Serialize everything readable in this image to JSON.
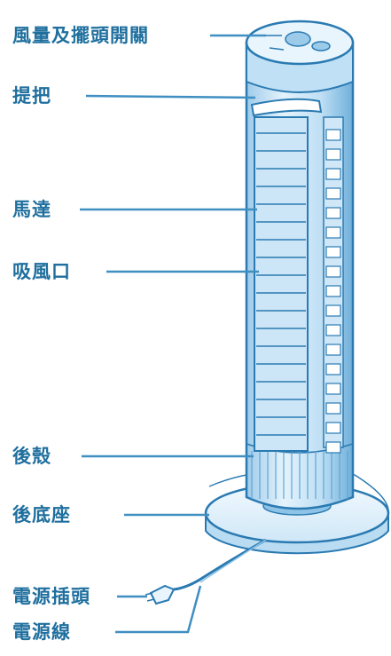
{
  "labels": {
    "speed_switch": "風量及擺頭開關",
    "handle": "提把",
    "motor": "馬達",
    "air_inlet": "吸風口",
    "rear_housing": "後殼",
    "rear_base": "後底座",
    "power_plug": "電源插頭",
    "power_cord": "電源線"
  },
  "colors": {
    "label": "#1f6f9e",
    "leader": "#3f8fc2",
    "outline": "#2a7ab2",
    "body_fill": "#d7edf9",
    "body_mid": "#a9d3ee",
    "body_dark": "#6eb1dc"
  }
}
